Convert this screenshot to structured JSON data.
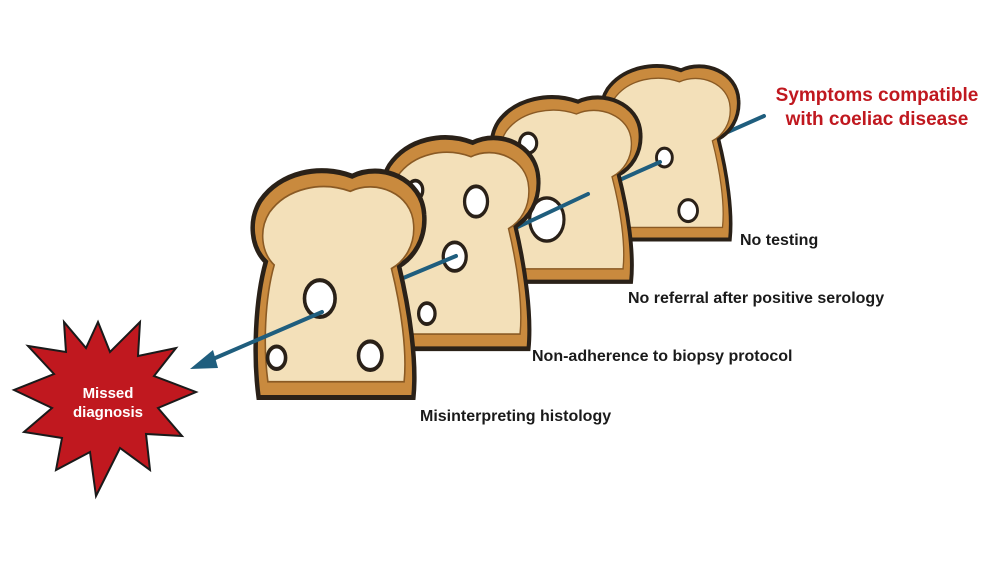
{
  "diagram": {
    "start_label": {
      "line1": "Symptoms compatible",
      "line2": "with coeliac disease",
      "color": "#c0181f"
    },
    "layers": [
      {
        "label": "No testing"
      },
      {
        "label": "No referral after positive serology"
      },
      {
        "label": "Non-adherence to biopsy protocol"
      },
      {
        "label": "Misinterpreting histology"
      }
    ],
    "outcome": {
      "line1": "Missed",
      "line2": "diagnosis",
      "color": "#c0181f"
    },
    "colors": {
      "crust": "#c98a3e",
      "crumb": "#f3e0b9",
      "outline": "#2a2118",
      "arrow": "#1f5e7e"
    }
  }
}
